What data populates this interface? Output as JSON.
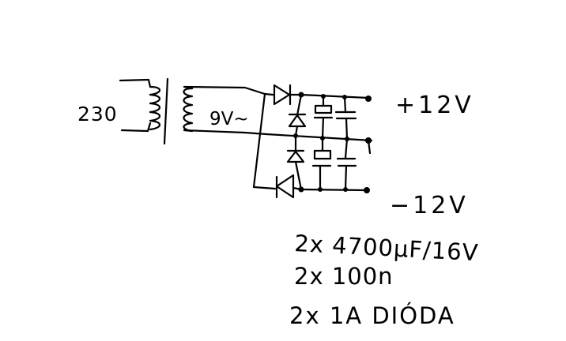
{
  "labels": {
    "input_voltage": "230",
    "secondary_voltage": "9V~",
    "positive_output": "+12V",
    "negative_output": "−12V"
  },
  "notes": [
    "2x 4700µF/16V",
    "2x 100n",
    "2x 1A DIÓDA"
  ]
}
